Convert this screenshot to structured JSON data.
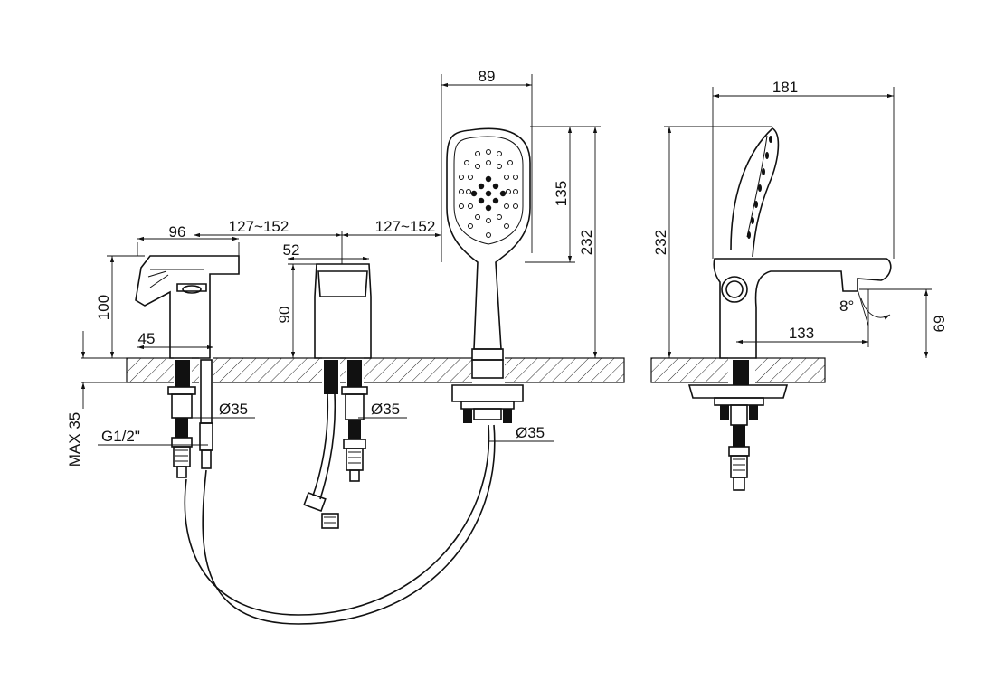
{
  "dimensions": {
    "spout_width": "96",
    "spacing_1": "127~152",
    "spacing_2": "127~152",
    "handshower_width": "89",
    "side_depth": "181",
    "handle_width": "52",
    "spout_height": "100",
    "handle_height": "90",
    "handshower_head_height": "135",
    "handshower_total_height": "232",
    "side_total_height": "232",
    "spout_pipe_offset": "45",
    "hole_dia_1": "Ø35",
    "hole_dia_2": "Ø35",
    "hole_dia_3": "Ø35",
    "thread": "G1/2\"",
    "max_deck": "MAX 35",
    "spout_reach": "133",
    "outlet_height": "69",
    "angle": "8°"
  },
  "colors": {
    "line": "#111111",
    "background": "#ffffff"
  }
}
